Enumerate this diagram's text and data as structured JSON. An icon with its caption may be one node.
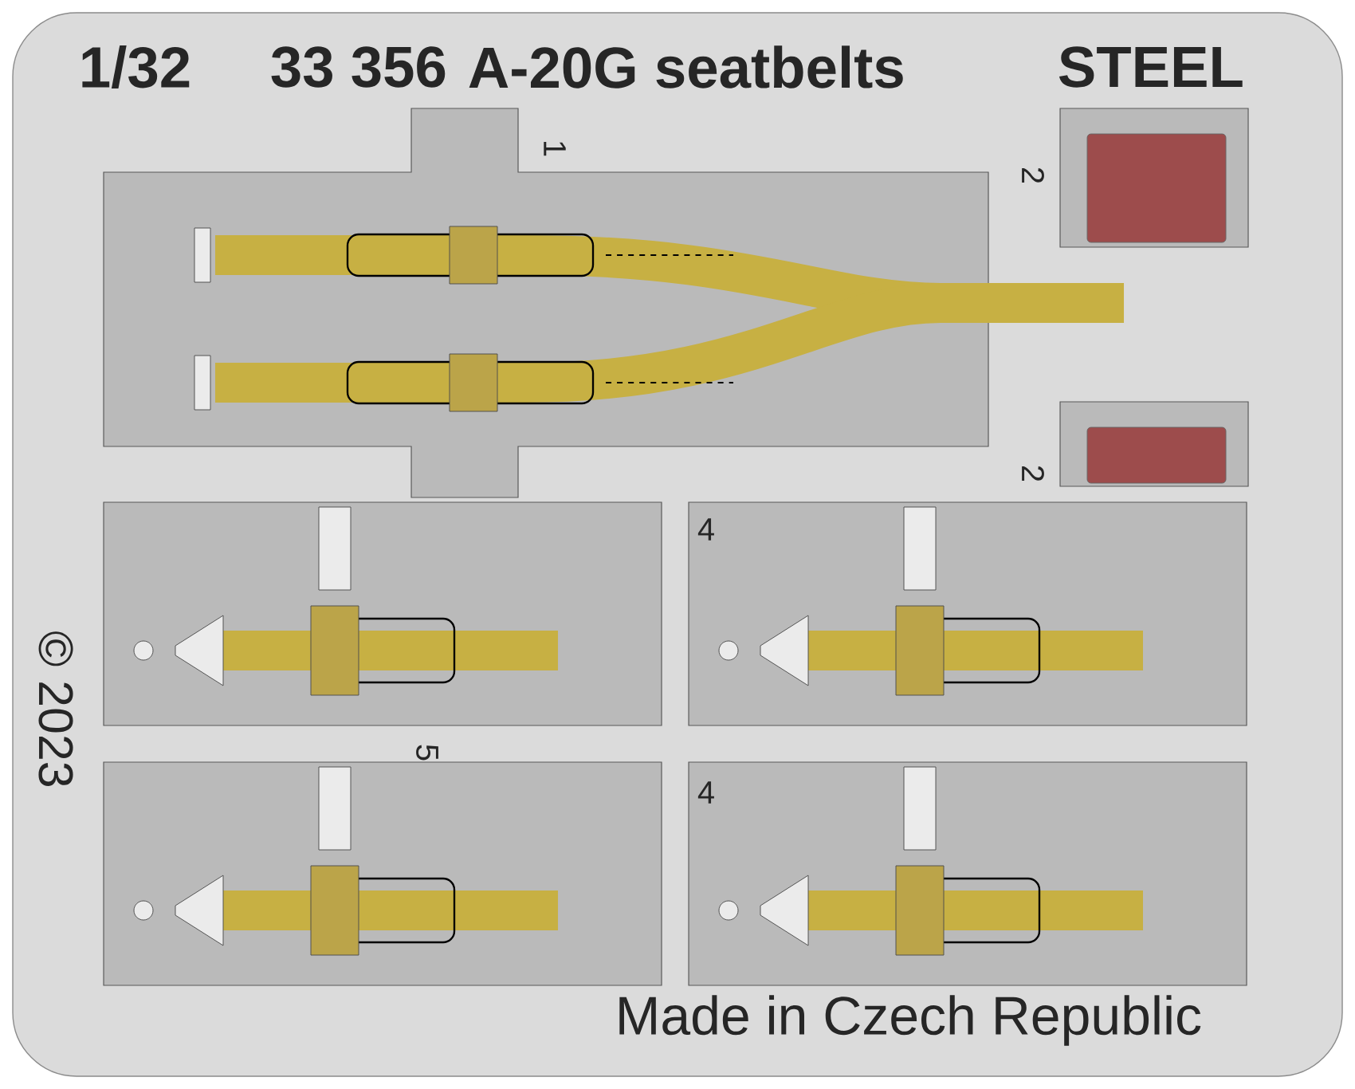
{
  "diagram": {
    "labels": [
      "1/32",
      "33 356",
      "A-20G seatbelts",
      "STEEL",
      "1",
      "2",
      "2",
      "4",
      "5",
      "4",
      "© 2023",
      "Made in Czech Republic"
    ]
  }
}
